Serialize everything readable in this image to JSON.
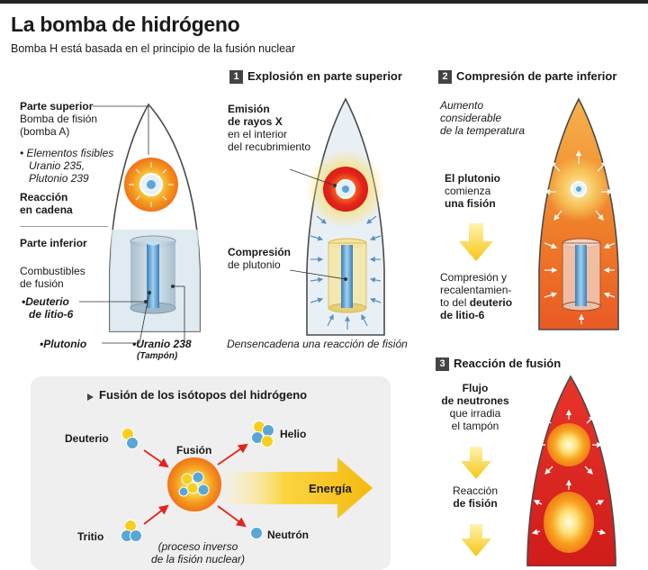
{
  "header": {
    "title": "La bomba de hidrógeno",
    "subtitle": "Bomba H está basada en el principio de la fusión nuclear"
  },
  "bomb_diagram": {
    "upper_part_title": "Parte superior",
    "upper_part_desc": "Bomba de fisión",
    "upper_part_desc2": "(bomba A)",
    "fissile_line1": "• Elementos fisibles",
    "fissile_line2": "Uranio 235,",
    "fissile_line3": "Plutonio 239",
    "chain_reaction_1": "Reacción",
    "chain_reaction_2": "en cadena",
    "lower_part_title": "Parte inferior",
    "fuels_line1": "Combustibles",
    "fuels_line2": "de fusión",
    "deuterium_line1": "•Deuterio",
    "deuterium_line2": "de litio-6",
    "plutonium": "•Plutonio",
    "uranium": "•Uranio 238",
    "tamper": "(Tampón)"
  },
  "step1": {
    "number": "1",
    "title": "Explosión en parte superior",
    "xray_1": "Emisión",
    "xray_2": "de rayos X",
    "xray_3": "en el interior",
    "xray_4": "del recubrimiento",
    "compression_1": "Compresión",
    "compression_2": "de plutonio",
    "caption": "Densencadena una reacción de fisión"
  },
  "step2": {
    "number": "2",
    "title": "Compresión de parte inferior",
    "temp_1": "Aumento",
    "temp_2": "considerable",
    "temp_3": "de la temperatura",
    "plutonium_1": "El plutonio",
    "plutonium_2": "comienza",
    "plutonium_3": "una fisión",
    "reheat_1": "Compresión y",
    "reheat_2": "recalentamien-",
    "reheat_3a": "to del ",
    "reheat_3b": "deuterio",
    "reheat_4": "de litio-6"
  },
  "step3": {
    "number": "3",
    "title": "Reacción de fusión",
    "flux_1": "Flujo",
    "flux_2": "de neutrones",
    "flux_3": "que irradia",
    "flux_4": "el tampón",
    "fission_1": "Reacción",
    "fission_2": "de fisión"
  },
  "fusion_panel": {
    "title": "Fusión de los isótopos del hidrógeno",
    "deuterium": "Deuterio",
    "tritium": "Tritio",
    "fusion": "Fusión",
    "helium": "Helio",
    "neutron": "Neutrón",
    "energy": "Energía",
    "note_1": "(proceso inverso",
    "note_2": "de la fisión nuclear)"
  },
  "colors": {
    "orange": "#f28a1a",
    "red": "#e2241b",
    "yellow": "#f7cf1c",
    "blue": "#5aa6d6"
  }
}
